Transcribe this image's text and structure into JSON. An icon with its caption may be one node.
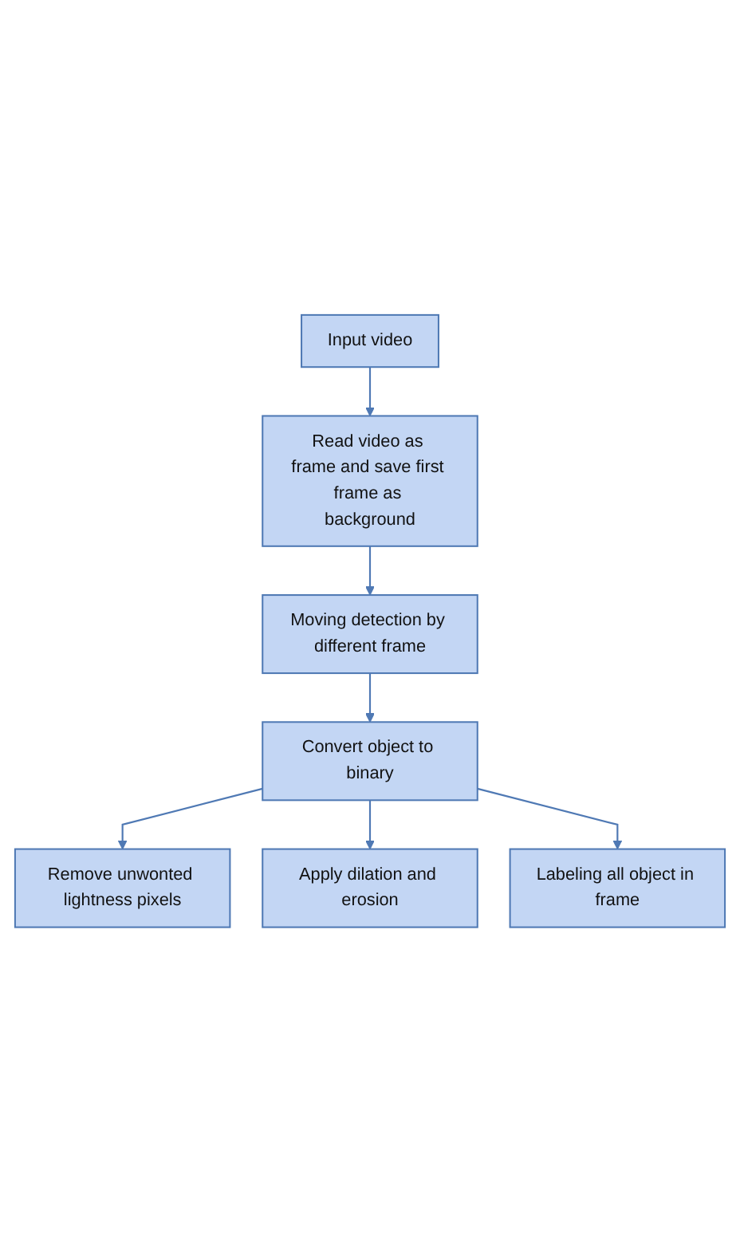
{
  "diagram": {
    "nodes": [
      {
        "text": [
          "Input video"
        ]
      },
      {
        "text": [
          "Read video as frame and save first frame as background"
        ]
      },
      {
        "text": [
          "Moving detection by different frame"
        ]
      },
      {
        "text": [
          "Remove unwonted lightness pixels"
        ]
      },
      {
        "text": [
          "Convert object to binary"
        ]
      },
      {
        "text": [
          "Apply dilation and erosion"
        ]
      },
      {
        "text": [
          "Labeling all object in frame"
        ]
      }
    ],
    "edges": [
      {
        "from": 0,
        "to": 1,
        "arrow": "to"
      },
      {
        "from": 1,
        "to": 2,
        "arrow": "to"
      },
      {
        "from": 2,
        "to": 4,
        "arrow": "to"
      },
      {
        "from": 4,
        "to": 3,
        "arrow": "to"
      },
      {
        "from": 4,
        "to": 5,
        "arrow": "to"
      },
      {
        "from": 4,
        "to": 6,
        "arrow": "to"
      }
    ]
  }
}
